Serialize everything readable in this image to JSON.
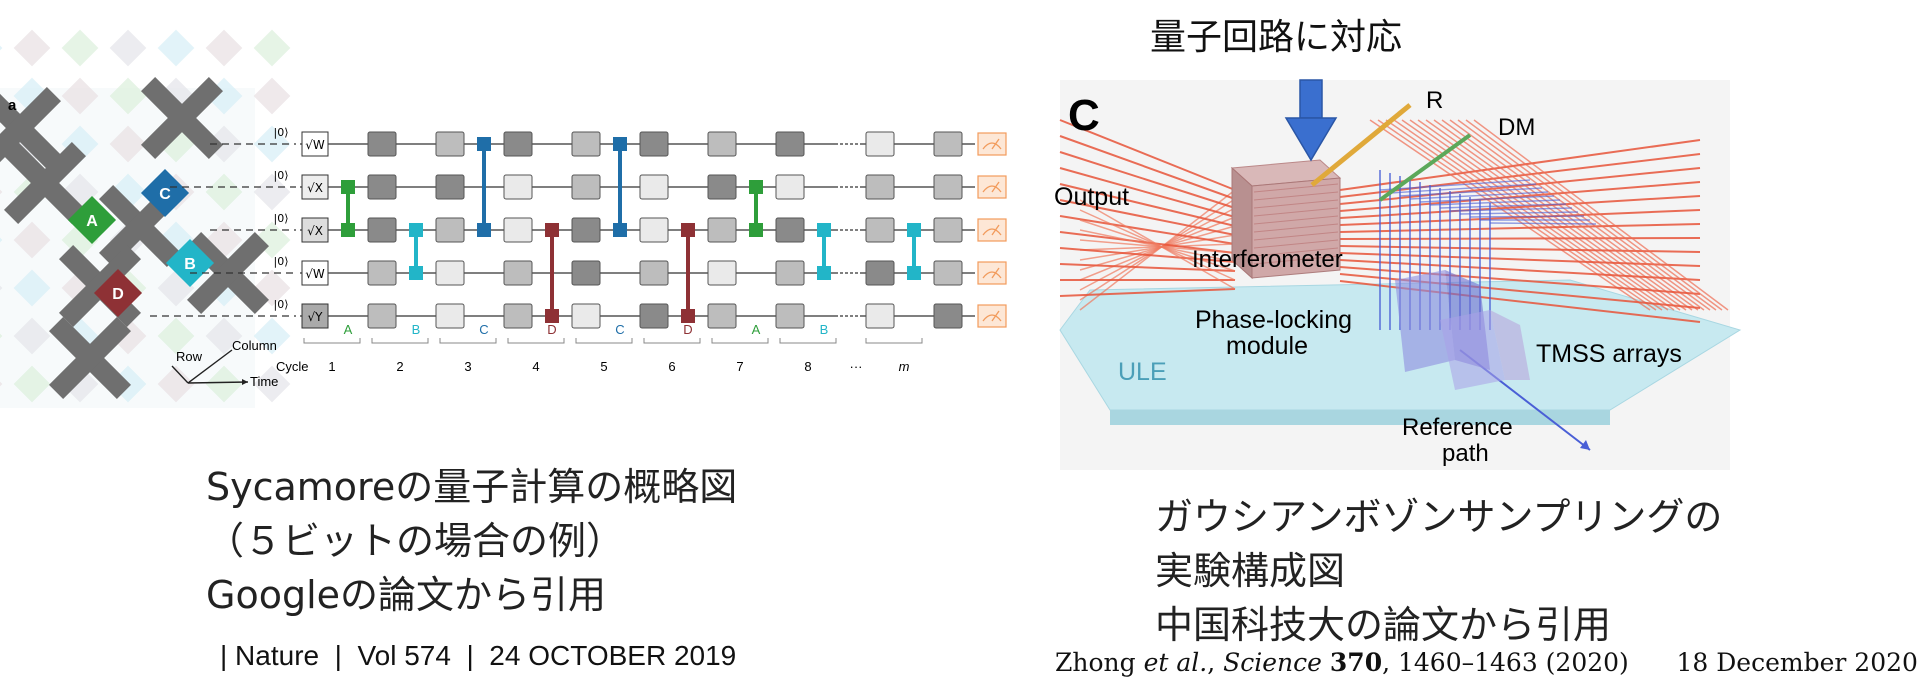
{
  "left_panel": {
    "figure_label": "a",
    "qubit_labels": [
      "A",
      "B",
      "C",
      "D"
    ],
    "kets": [
      "|0⟩",
      "|0⟩",
      "|0⟩",
      "|0⟩",
      "|0⟩"
    ],
    "first_gates": [
      "√W",
      "√X",
      "√X",
      "√W",
      "√Y"
    ],
    "axis_row": "Row",
    "axis_column": "Column",
    "axis_time": "Time",
    "cycle_label": "Cycle",
    "pattern_labels": [
      "A",
      "B",
      "C",
      "D",
      "C",
      "D",
      "A",
      "B"
    ],
    "cycle_numbers": [
      "1",
      "2",
      "3",
      "4",
      "5",
      "6",
      "7",
      "8",
      "···",
      "m"
    ],
    "caption_lines": [
      "Sycamoreの量子計算の概略図",
      "（５ビットの場合の例）",
      "Googleの論文から引用"
    ],
    "citation": "| Nature  |  Vol 574  |  24 OCTOBER 2019"
  },
  "right_panel": {
    "header": "量子回路に対応",
    "figure_label": "C",
    "labels": {
      "output": "Output",
      "interferometer": "Interferometer",
      "phase_locking_1": "Phase-locking",
      "phase_locking_2": "module",
      "ule": "ULE",
      "r": "R",
      "dm": "DM",
      "tmss": "TMSS arrays",
      "reference_1": "Reference",
      "reference_2": "path"
    },
    "caption_lines": [
      "ガウシアンボゾンサンプリングの",
      "実験構成図",
      "中国科技大の論文から引用"
    ],
    "citation": {
      "authors_prefix": "Zhong ",
      "et_al": "et al.",
      "journal": "Science",
      "volume": "370",
      "pages": ", 1460–1463 (2020)",
      "date": "18 December 2020"
    }
  },
  "colors": {
    "A": "#2e9e3a",
    "B": "#22b5c8",
    "C": "#1f6ea8",
    "D": "#8e3135",
    "laser_red": "#e8553a",
    "laser_blue": "#4a5fd6",
    "ule_base": "#bfe6ee",
    "arrow_blue": "#3a6fcf",
    "measure_orange": "#f29b5c"
  }
}
